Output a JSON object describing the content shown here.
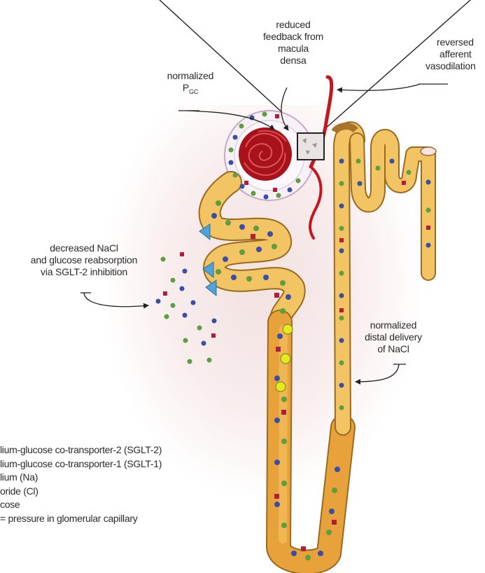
{
  "labels": {
    "reduced_feedback": [
      "reduced",
      "feedback from",
      "macula",
      "densa"
    ],
    "reversed_afferent": [
      "reversed",
      "afferent",
      "vasodilation"
    ],
    "normalized_pgc_word": "normalized",
    "normalized_pgc_symbol": "P",
    "normalized_pgc_sub": "GC",
    "decreased_nacl": [
      "decreased NaCl",
      "and glucose reabsorption",
      "via SGLT-2 inhibition"
    ],
    "normalized_distal": [
      "normalized",
      "distal delivery",
      "of NaCl"
    ]
  },
  "legend": [
    "lium-glucose co-transporter-2 (SGLT-2)",
    "lium-glucose co-transporter-1 (SGLT-1)",
    "lium (Na)",
    "oride (Cl)",
    "cose",
    " = pressure in glomerular capillary"
  ],
  "colors": {
    "tubule_fill": "#f2c463",
    "tubule_dark": "#e8a23c",
    "tubule_stroke": "#9a6a1e",
    "glomerulus": "#b3161c",
    "vessel": "#c4161c",
    "dot_blue": "#3a4fa3",
    "dot_green": "#5d9e3e",
    "dot_red": "#b01e3c",
    "triangle": "#4fa3d9",
    "glucose_yellow": "#e8e81f"
  }
}
